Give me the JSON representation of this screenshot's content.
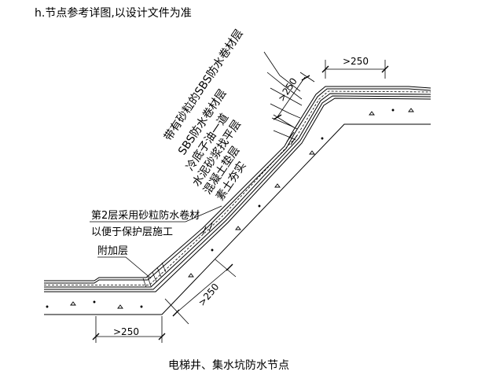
{
  "header": {
    "text": "h.节点参考详图,以设计文件为准"
  },
  "drawing": {
    "layer_labels": [
      "带有砂粒的SBS防水卷材层",
      "SBS防水卷材层",
      "冷底子油一道",
      "水泥砂浆找平层",
      "混凝土垫层",
      "素土夯实"
    ],
    "note_lines": [
      "第2层采用砂粒防水卷材",
      "以便于保护层施工"
    ],
    "extra_layer_label": "附加层",
    "dimensions": {
      "top": ">250",
      "slope_top": ">250",
      "slope_bottom": ">250",
      "bottom": ">250"
    }
  },
  "caption": {
    "text": "电梯井、集水坑防水节点"
  }
}
